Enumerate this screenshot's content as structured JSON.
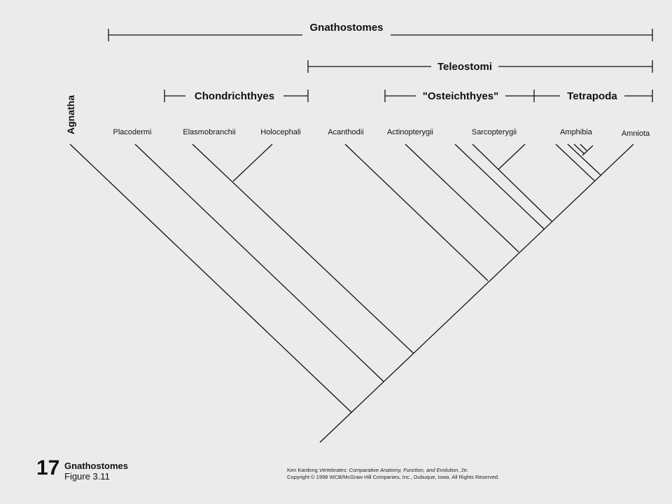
{
  "clades": {
    "gnathostomes": "Gnathostomes",
    "teleostomi": "Teleostomi",
    "chondrichthyes": "Chondrichthyes",
    "osteichthyes": "\"Osteichthyes\"",
    "tetrapoda": "Tetrapoda"
  },
  "outgroup": "Agnatha",
  "taxa": {
    "placodermi": "Placodermi",
    "elasmobranchii": "Elasmobranchii",
    "holocephali": "Holocephali",
    "acanthodii": "Acanthodii",
    "actinopterygii": "Actinopterygii",
    "sarcopterygii": "Sarcopterygii",
    "amphibia": "Amphibia",
    "amniota": "Amniota"
  },
  "caption": {
    "number": "17",
    "title": "Gnathostomes",
    "figure": "Figure  3.11"
  },
  "credit": {
    "author": "Ken Kardong",
    "book_title": "Vertebrates: Comparative Anatomy, Function, and Evolution",
    "edition": ", 2e.",
    "copyright": "Copyright © 1998 WCB/McGraw Hill Companies, Inc., Dubuque, Iowa. All Rights Reserved."
  }
}
